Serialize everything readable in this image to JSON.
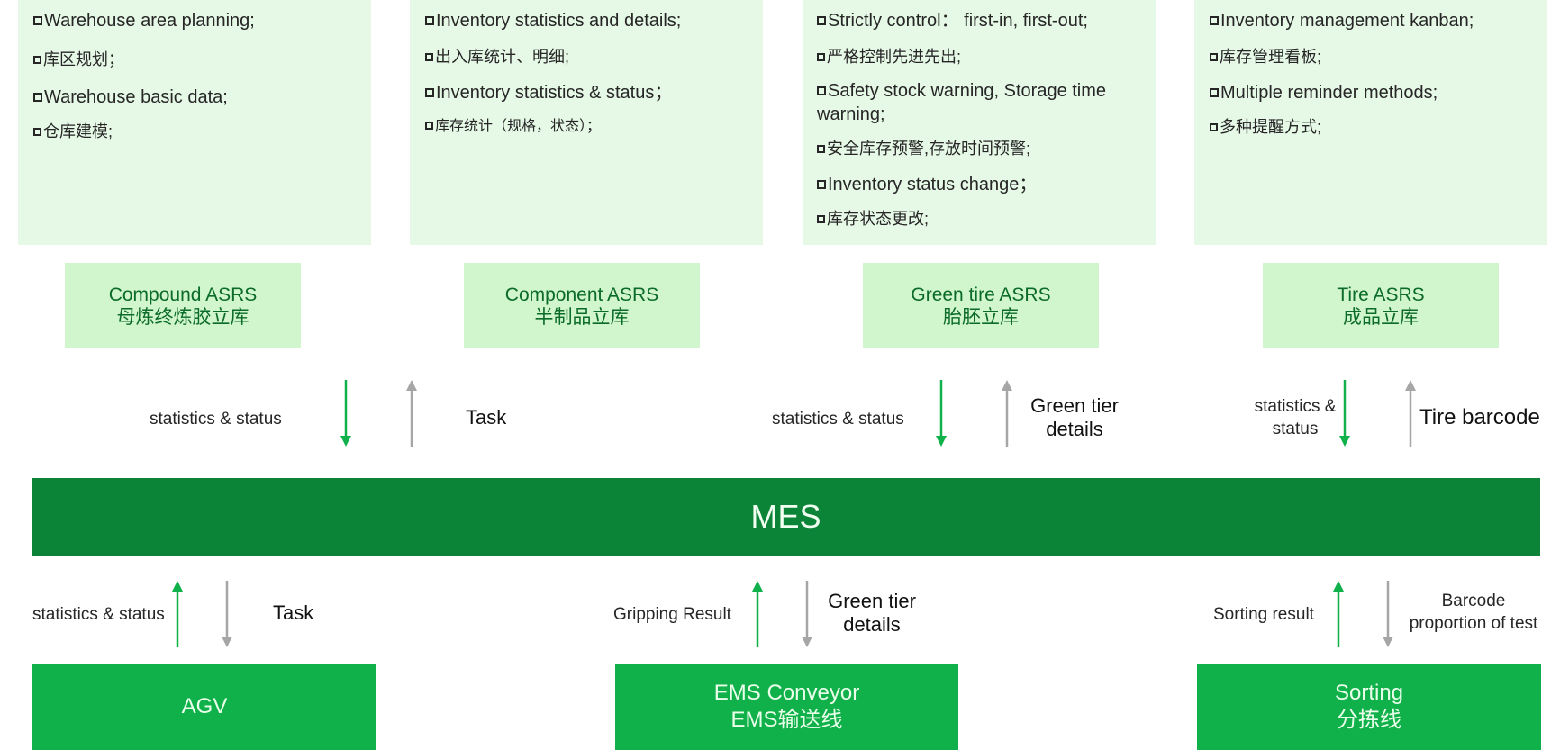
{
  "feature_boxes": [
    {
      "items": [
        {
          "text": "Warehouse area planning;",
          "lang": "en"
        },
        {
          "text": "库区规划；",
          "lang": "cn"
        },
        {
          "text": "Warehouse basic data;",
          "lang": "en"
        },
        {
          "text": "仓库建模;",
          "lang": "cn"
        }
      ]
    },
    {
      "items": [
        {
          "text": "Inventory statistics and details;",
          "lang": "en"
        },
        {
          "text": "出入库统计、明细;",
          "lang": "cn"
        },
        {
          "text": "Inventory statistics & status；",
          "lang": "en"
        },
        {
          "text": "库存统计（规格，状态）；",
          "lang": "cn"
        }
      ]
    },
    {
      "items": [
        {
          "text": "Strictly control： first-in, first-out;",
          "lang": "en"
        },
        {
          "text": "严格控制先进先出;",
          "lang": "cn"
        },
        {
          "text": "Safety stock warning, Storage time warning;",
          "lang": "en"
        },
        {
          "text": "安全库存预警,存放时间预警;",
          "lang": "cn"
        },
        {
          "text": "Inventory status change；",
          "lang": "en"
        },
        {
          "text": "库存状态更改;",
          "lang": "cn"
        }
      ]
    },
    {
      "items": [
        {
          "text": "Inventory management kanban;",
          "lang": "en"
        },
        {
          "text": "库存管理看板;",
          "lang": "cn"
        },
        {
          "text": "Multiple reminder methods;",
          "lang": "en"
        },
        {
          "text": "多种提醒方式;",
          "lang": "cn"
        }
      ]
    }
  ],
  "asrs": [
    {
      "en": "Compound ASRS",
      "cn": "母炼终炼胶立库"
    },
    {
      "en": "Component ASRS",
      "cn": "半制品立库"
    },
    {
      "en": "Green tire ASRS",
      "cn": "胎胚立库"
    },
    {
      "en": "Tire ASRS",
      "cn": "成品立库"
    }
  ],
  "upper_flows": {
    "compound_status": "statistics & status",
    "compound_task": "Task",
    "greentire_status": "statistics & status",
    "greentire_details_1": "Green tier",
    "greentire_details_2": "details",
    "tire_status_1": "statistics &",
    "tire_status_2": "status",
    "tire_barcode": "Tire barcode"
  },
  "mes": {
    "label": "MES"
  },
  "lower_flows": {
    "agv_status": "statistics & status",
    "agv_task": "Task",
    "ems_result": "Gripping Result",
    "ems_details_1": "Green tier",
    "ems_details_2": "details",
    "sorting_result": "Sorting result",
    "sorting_barcode_1": "Barcode",
    "sorting_barcode_2": "proportion of test"
  },
  "devices": [
    {
      "en": "AGV",
      "cn": ""
    },
    {
      "en": "EMS Conveyor",
      "cn": "EMS输送线"
    },
    {
      "en": "Sorting",
      "cn": "分拣线"
    }
  ],
  "colors": {
    "feature_bg": "#e6f8e6",
    "asrs_bg": "#d1f5cc",
    "mes_bg": "#0c8438",
    "device_bg": "#10b04b",
    "arrow_green": "#10b04b",
    "arrow_gray": "#a6a6a6"
  }
}
